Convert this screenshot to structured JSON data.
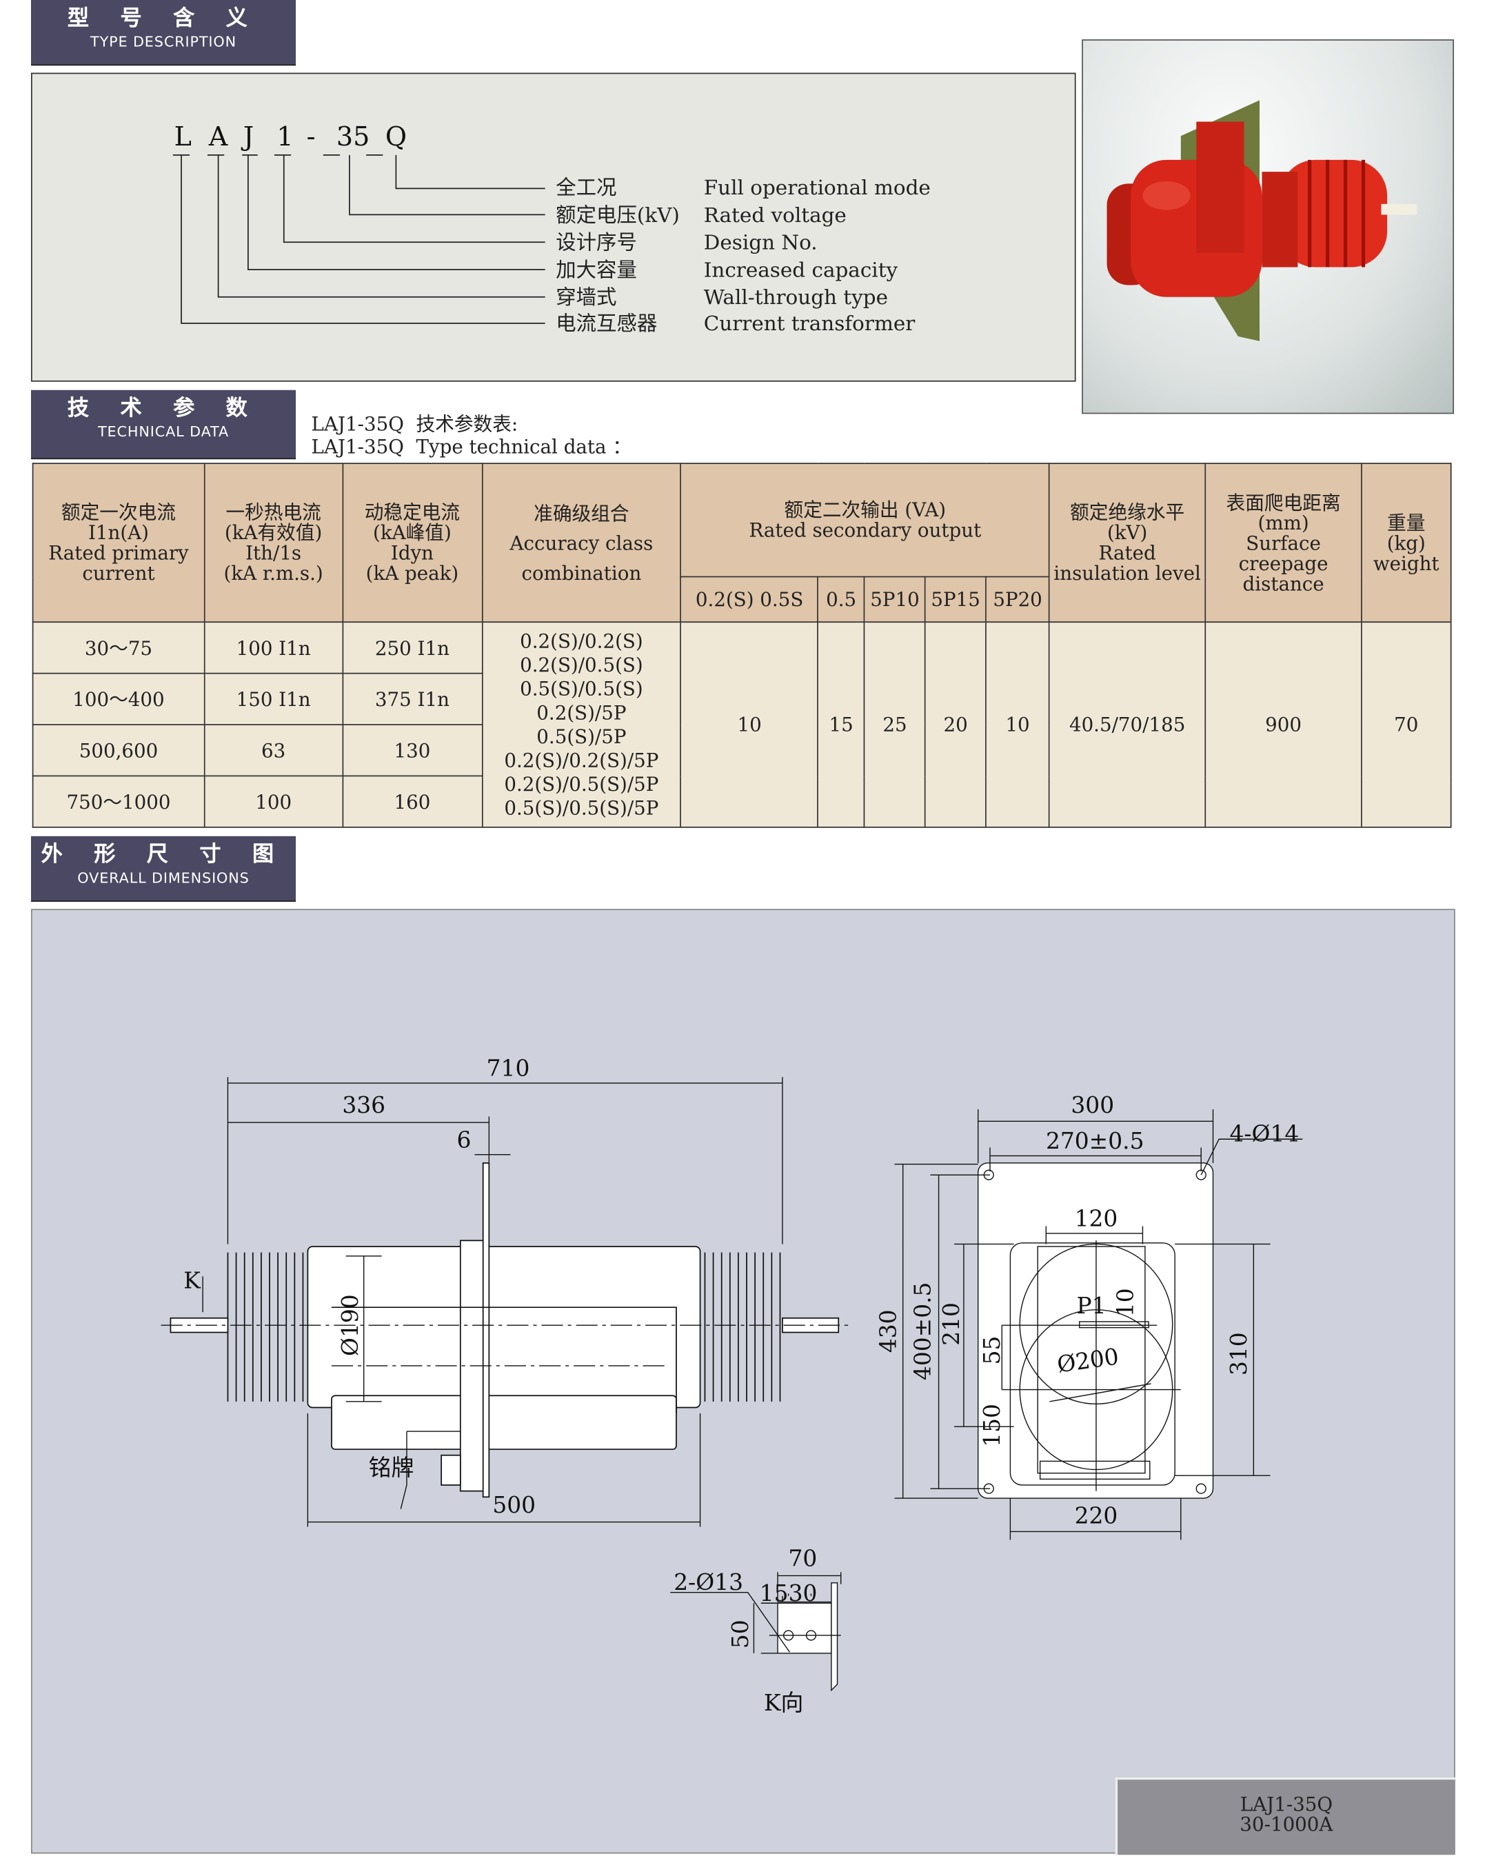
{
  "sections": {
    "type_description": {
      "zh": "型 号 含 义",
      "en": "TYPE DESCRIPTION"
    },
    "technical_data": {
      "zh": "技 术 参 数",
      "en": "TECHNICAL DATA"
    },
    "overall_dimensions": {
      "zh": "外 形 尺 寸 图",
      "en": "OVERALL DIMENSIONS"
    }
  },
  "model_code": {
    "letters": [
      "L",
      "A",
      "J",
      "1",
      "-",
      "35",
      "Q"
    ],
    "meanings": [
      {
        "zh": "全工况",
        "en": "Full operational mode"
      },
      {
        "zh": "额定电压(kV)",
        "en": "Rated voltage"
      },
      {
        "zh": "设计序号",
        "en": "Design No."
      },
      {
        "zh": "加大容量",
        "en": "Increased capacity"
      },
      {
        "zh": "穿墙式",
        "en": "Wall-through type"
      },
      {
        "zh": "电流互感器",
        "en": "Current transformer"
      }
    ]
  },
  "table_caption": {
    "line1": "LAJ1-35Q  技术参数表:",
    "line2": "LAJ1-35Q  Type technical data ："
  },
  "table": {
    "headers": {
      "primary_current": {
        "zh": "额定一次电流",
        "unit": "I1n(A)",
        "en": "Rated primary current"
      },
      "thermal": {
        "zh": "一秒热电流",
        "unit": "(kA有效值)",
        "sym": "Ith/1s",
        "en": "(kA r.m.s.)"
      },
      "dynamic": {
        "zh": "动稳定电流",
        "unit": "(kA峰值)",
        "sym": "Idyn",
        "en": "(kA peak)"
      },
      "accuracy": {
        "zh": "准确级组合",
        "en1": "Accuracy class",
        "en2": "combination"
      },
      "output": {
        "zh": "额定二次输出 (VA)",
        "en": "Rated secondary output",
        "sub": [
          "0.2(S) 0.5S",
          "0.5",
          "5P10",
          "5P15",
          "5P20"
        ]
      },
      "insulation": {
        "zh": "额定绝缘水平",
        "unit": "(kV)",
        "en": "Rated insulation level"
      },
      "creepage": {
        "zh": "表面爬电距离",
        "unit": "(mm)",
        "en": "Surface creepage distance"
      },
      "weight": {
        "zh": "重量",
        "unit": "(kg)",
        "en": "weight"
      }
    },
    "rows": [
      {
        "current": "30～75",
        "thermal": "100 I1n",
        "dynamic": "250 I1n"
      },
      {
        "current": "100～400",
        "thermal": "150 I1n",
        "dynamic": "375 I1n"
      },
      {
        "current": "500,600",
        "thermal": "63",
        "dynamic": "130"
      },
      {
        "current": "750～1000",
        "thermal": "100",
        "dynamic": "160"
      }
    ],
    "accuracy_combinations": [
      "0.2(S)/0.2(S)",
      "0.2(S)/0.5(S)",
      "0.5(S)/0.5(S)",
      "0.2(S)/5P",
      "0.5(S)/5P",
      "0.2(S)/0.2(S)/5P",
      "0.2(S)/0.5(S)/5P",
      "0.5(S)/0.5(S)/5P"
    ],
    "outputs": [
      "10",
      "15",
      "25",
      "20",
      "10"
    ],
    "insulation": "40.5/70/185",
    "creepage": "900",
    "weight": "70"
  },
  "drawing": {
    "dims": {
      "d710": "710",
      "d336": "336",
      "d6": "6",
      "d500": "500",
      "d190": "Ø190",
      "nameplate": "铭牌",
      "k": "K",
      "d300": "300",
      "d270": "270±0.5",
      "d4x14": "4-Ø14",
      "d120": "120",
      "d430": "430",
      "d400": "400±0.5",
      "d210": "210",
      "d310": "310",
      "d55": "55",
      "d150": "150",
      "p1": "P1",
      "d10": "10",
      "d200": "Ø200",
      "d220": "220",
      "d70": "70",
      "d1530": "1530",
      "d2x13": "2-Ø13",
      "d50": "50",
      "kview": "K向"
    }
  },
  "footer": {
    "model": "LAJ1-35Q",
    "range": "30-1000A"
  }
}
